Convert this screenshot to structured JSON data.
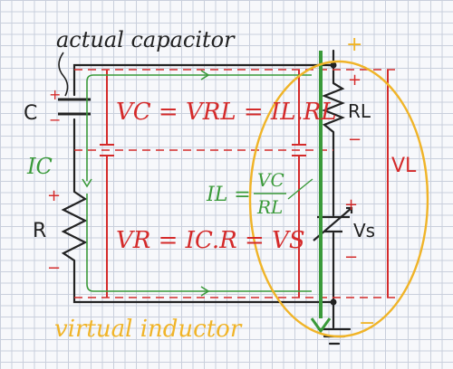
{
  "labels": {
    "actual_capacitor": "actual capacitor",
    "virtual_inductor": "virtual inductor",
    "c": "C",
    "r": "R",
    "rl": "RL",
    "vs": "Vs",
    "vl": "VL",
    "ic": "IC",
    "eq_top": "VC = VRL = IL.RL",
    "eq_bottom": "VR = IC.R = VS",
    "il_lhs": "IL =",
    "il_num": "VC",
    "il_den": "RL",
    "plus": "+",
    "minus": "−"
  },
  "colors": {
    "black": "#222222",
    "red": "#d42a2a",
    "green": "#3a9a3a",
    "yellow": "#f0b428",
    "grid": "#c9cfdc"
  }
}
